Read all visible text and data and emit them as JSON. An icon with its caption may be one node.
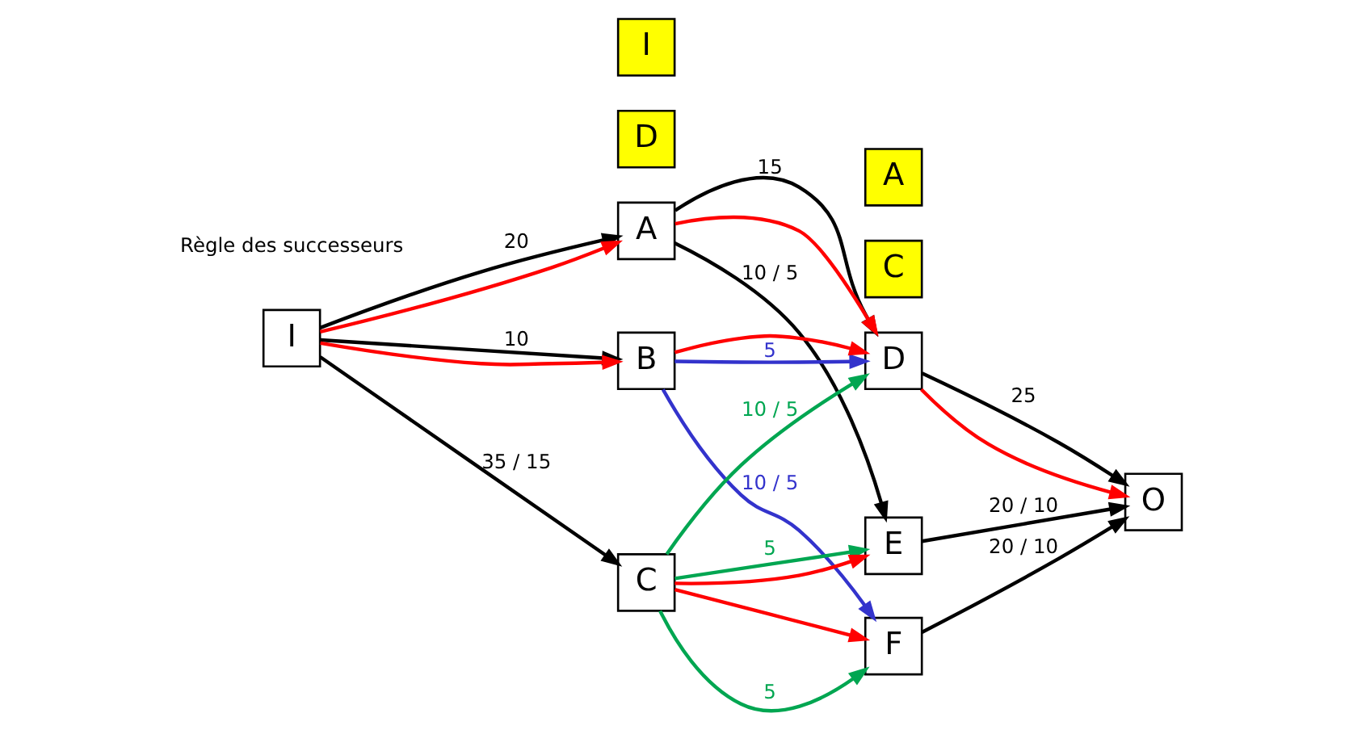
{
  "diagram": {
    "nodes": [
      {
        "text": [
          "I"
        ]
      },
      {
        "text": [
          "D"
        ]
      },
      {
        "text": [
          "A"
        ]
      },
      {
        "text": [
          "B"
        ]
      },
      {
        "text": [
          "C"
        ]
      },
      {
        "text": [
          "I"
        ]
      },
      {
        "text": [
          "C"
        ]
      },
      {
        "text": [
          "D"
        ]
      },
      {
        "text": [
          "A"
        ]
      },
      {
        "text": [
          "E"
        ]
      },
      {
        "text": [
          "F"
        ]
      },
      {
        "text": [
          "O"
        ]
      }
    ],
    "edges": [
      {
        "from": 0,
        "to": 2,
        "arrow": "to",
        "label": "20"
      },
      {
        "from": 0,
        "to": 2,
        "arrow": "to",
        "color": "#ff0000"
      },
      {
        "from": 0,
        "to": 3,
        "arrow": "to",
        "label": "10"
      },
      {
        "from": 0,
        "to": 3,
        "arrow": "to",
        "color": "#ff0000"
      },
      {
        "from": 0,
        "to": 4,
        "arrow": "to",
        "label": "35 / 15"
      },
      {
        "from": 2,
        "to": 7,
        "arrow": "to",
        "label": "15"
      },
      {
        "from": 2,
        "to": 7,
        "arrow": "to",
        "color": "#ff0000"
      },
      {
        "from": 2,
        "to": 9,
        "arrow": "to",
        "label": "10 / 5"
      },
      {
        "from": 3,
        "to": 7,
        "arrow": "to",
        "label": "5",
        "color": "#3333cc"
      },
      {
        "from": 3,
        "to": 7,
        "arrow": "to",
        "color": "#ff0000"
      },
      {
        "from": 3,
        "to": 10,
        "arrow": "to",
        "label": "10 / 5",
        "color": "#3333cc"
      },
      {
        "from": 4,
        "to": 7,
        "arrow": "to",
        "label": "10 / 5",
        "color": "#00a651"
      },
      {
        "from": 4,
        "to": 9,
        "arrow": "to",
        "label": "5",
        "color": "#00a651"
      },
      {
        "from": 4,
        "to": 9,
        "arrow": "to",
        "color": "#ff0000"
      },
      {
        "from": 4,
        "to": 10,
        "arrow": "to",
        "label": "5",
        "color": "#00a651"
      },
      {
        "from": 4,
        "to": 10,
        "arrow": "to",
        "color": "#ff0000"
      },
      {
        "from": 7,
        "to": 11,
        "arrow": "to",
        "label": "25"
      },
      {
        "from": 7,
        "to": 11,
        "arrow": "to",
        "color": "#ff0000"
      },
      {
        "from": 9,
        "to": 11,
        "arrow": "to",
        "label": "20 / 10"
      },
      {
        "from": 10,
        "to": 11,
        "arrow": "to",
        "label": "20 / 10"
      }
    ],
    "labels": [
      "Règle des successeurs"
    ]
  }
}
